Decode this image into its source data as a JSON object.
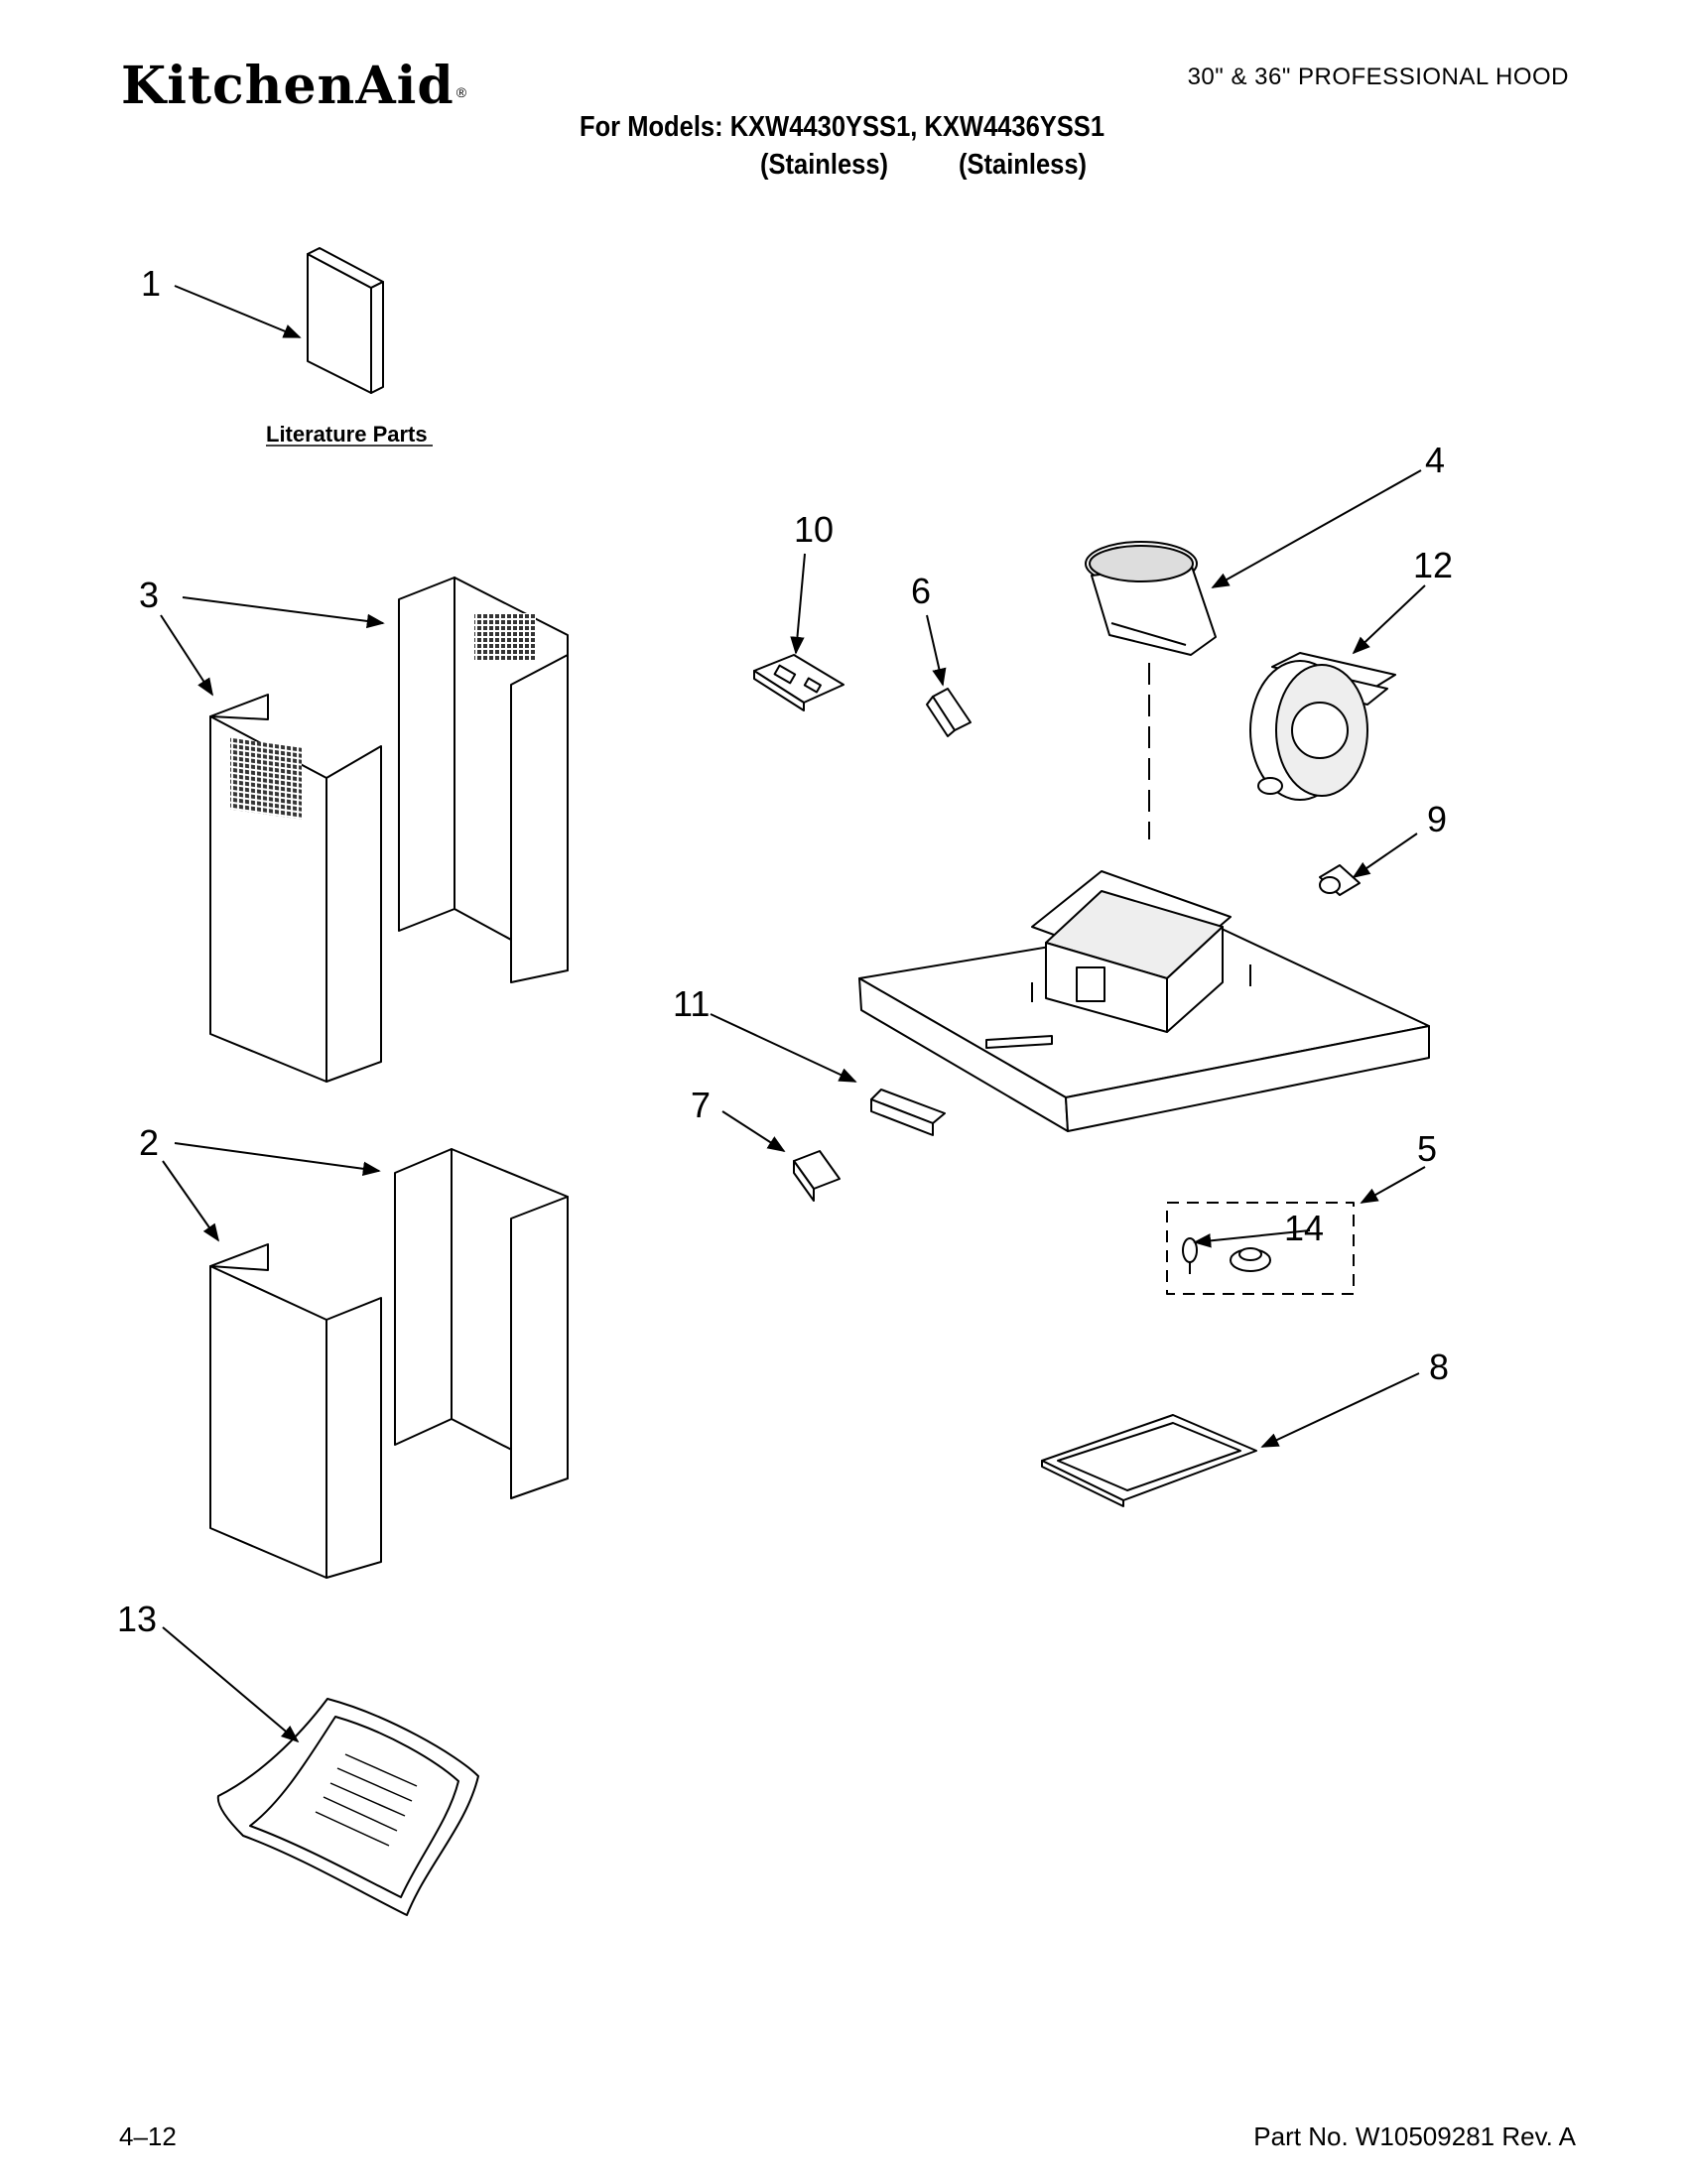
{
  "header": {
    "brand": "KitchenAid",
    "brand_mark": "®",
    "document_title": "30\" & 36\" PROFESSIONAL HOOD",
    "models_line": "For Models: KXW4430YSS1, KXW4436YSS1",
    "finish_1": "(Stainless)",
    "finish_2": "(Stainless)"
  },
  "diagram": {
    "literature_label": "Literature Parts",
    "callouts": [
      "1",
      "2",
      "3",
      "4",
      "5",
      "6",
      "7",
      "8",
      "9",
      "10",
      "11",
      "12",
      "13",
      "14"
    ]
  },
  "footer": {
    "page_number": "4–12",
    "part_number": "Part No. W10509281 Rev. A"
  }
}
